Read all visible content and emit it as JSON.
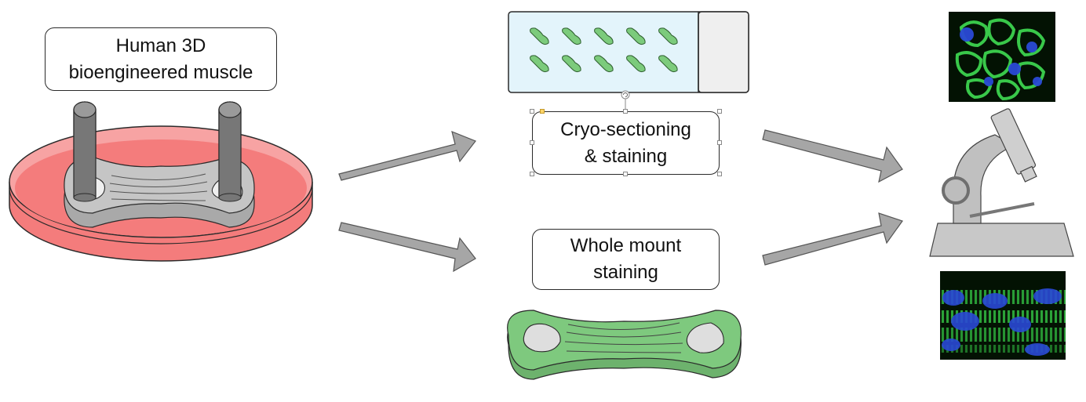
{
  "labels": {
    "muscle": [
      "Human 3D",
      "bioengineered muscle"
    ],
    "cryo": [
      "Cryo-sectioning",
      "& staining"
    ],
    "whole_mount": [
      "Whole mount",
      "staining"
    ]
  },
  "colors": {
    "dish_fill": "#f47c7c",
    "dish_top": "#f8a9a9",
    "dish_stroke": "#2a2a2a",
    "muscle_tissue": "#c5c5c5",
    "post": "#777777",
    "slide_glass": "#e3f4fb",
    "slide_label": "#efefef",
    "section_green": "#7ccb7c",
    "whole_mount_green": "#7ec97e",
    "arrow_gray": "#a6a6a6",
    "microscope": "#c8c8c8",
    "fluor_green": "#39c84a",
    "fluor_blue": "#2a49d6"
  },
  "icons": [
    "culture-dish-icon",
    "glass-slide-icon",
    "microscope-icon",
    "fluorescence-image-icon"
  ]
}
